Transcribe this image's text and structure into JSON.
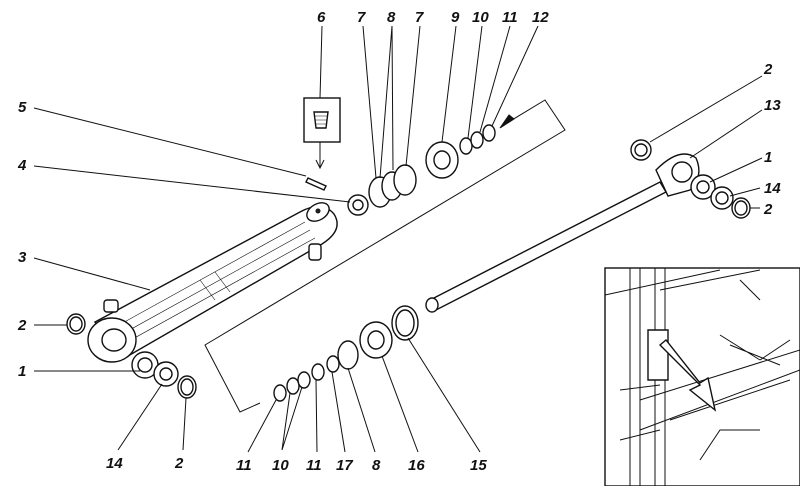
{
  "diagram": {
    "callouts": [
      {
        "id": "c6",
        "text": "6"
      },
      {
        "id": "c7a",
        "text": "7"
      },
      {
        "id": "c8a",
        "text": "8"
      },
      {
        "id": "c7b",
        "text": "7"
      },
      {
        "id": "c9",
        "text": "9"
      },
      {
        "id": "c10a",
        "text": "10"
      },
      {
        "id": "c11a",
        "text": "11"
      },
      {
        "id": "c12",
        "text": "12"
      },
      {
        "id": "c5",
        "text": "5"
      },
      {
        "id": "c4",
        "text": "4"
      },
      {
        "id": "c3",
        "text": "3"
      },
      {
        "id": "c2a",
        "text": "2"
      },
      {
        "id": "c1a",
        "text": "1"
      },
      {
        "id": "c14a",
        "text": "14"
      },
      {
        "id": "c2b",
        "text": "2"
      },
      {
        "id": "c2c",
        "text": "2"
      },
      {
        "id": "c13",
        "text": "13"
      },
      {
        "id": "c1b",
        "text": "1"
      },
      {
        "id": "c14b",
        "text": "14"
      },
      {
        "id": "c2d",
        "text": "2"
      },
      {
        "id": "c11b",
        "text": "11"
      },
      {
        "id": "c10b",
        "text": "10"
      },
      {
        "id": "c11c",
        "text": "11"
      },
      {
        "id": "c17",
        "text": "17"
      },
      {
        "id": "c8b",
        "text": "8"
      },
      {
        "id": "c16",
        "text": "16"
      },
      {
        "id": "c15",
        "text": "15"
      }
    ]
  }
}
